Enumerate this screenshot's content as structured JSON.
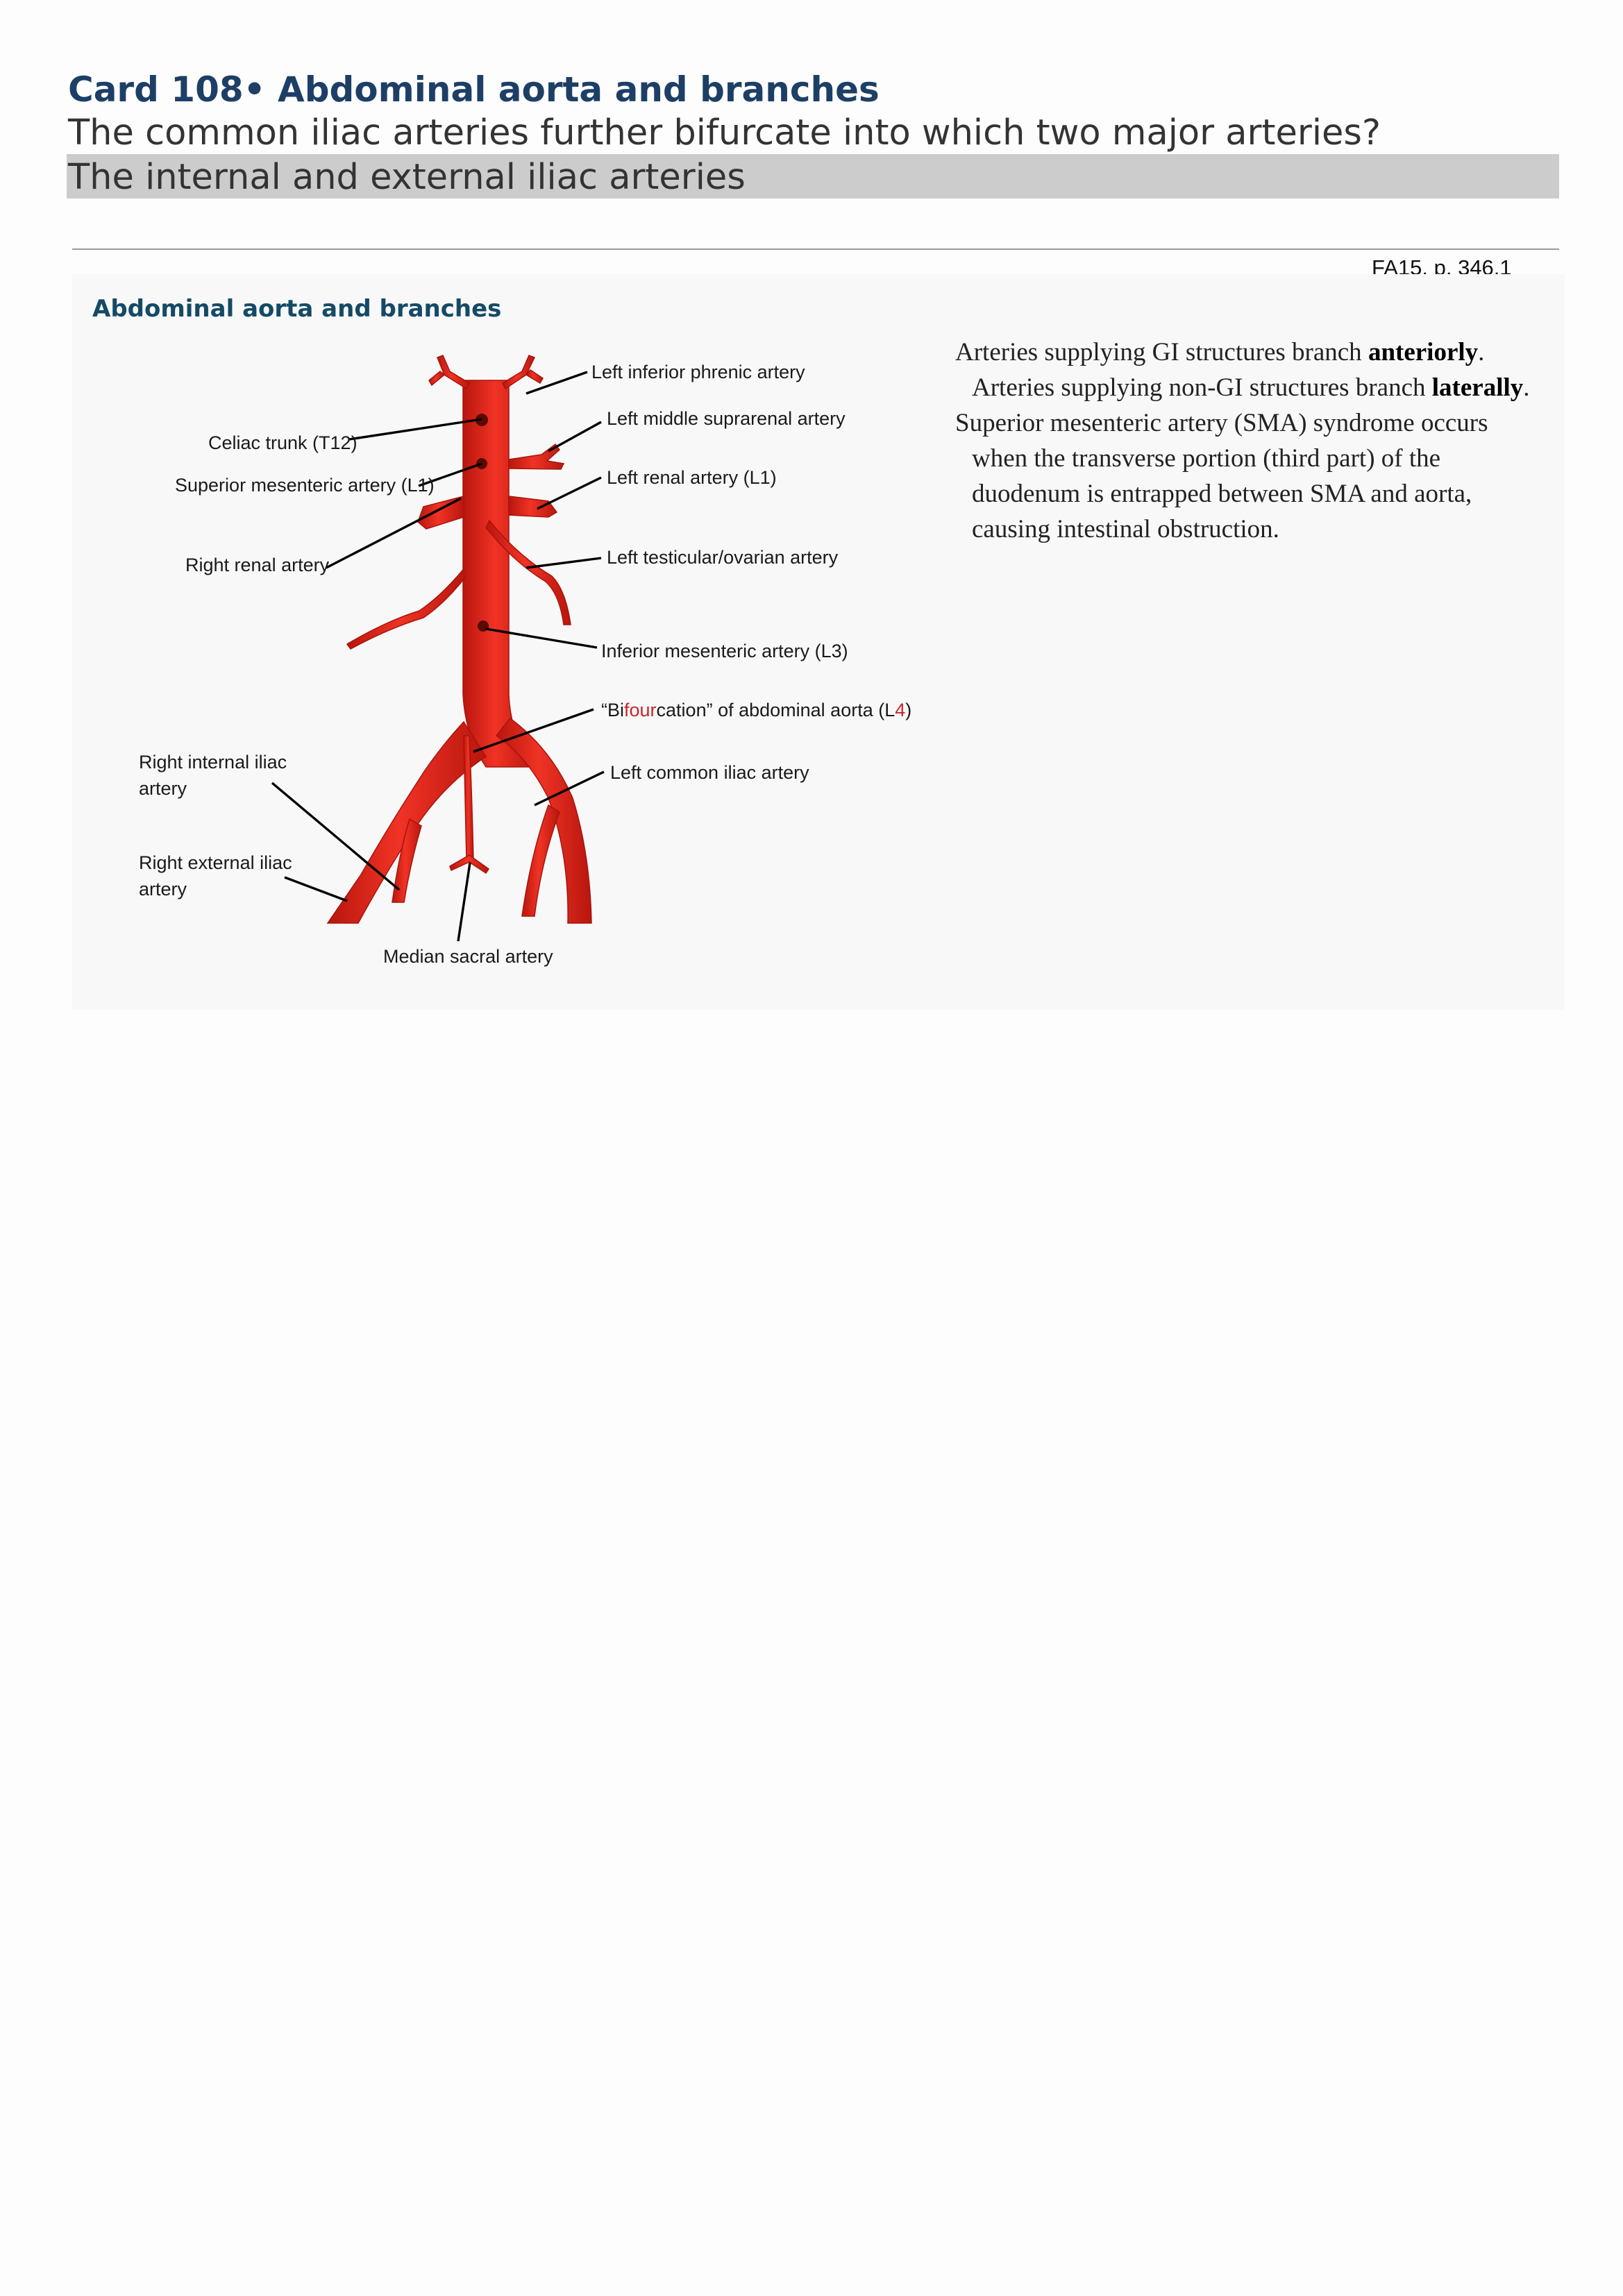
{
  "card": {
    "title": "Card 108• Abdominal aorta and branches",
    "question": "The common iliac arteries further bifurcate into which two major arteries?",
    "answer": "The internal and external iliac arteries",
    "source_ref": "FA15, p. 346.1"
  },
  "figure": {
    "heading": "Abdominal aorta and branches",
    "labels": {
      "left_inferior_phrenic": "Left inferior phrenic artery",
      "left_middle_suprarenal": "Left middle suprarenal artery",
      "celiac_trunk": "Celiac trunk (T12)",
      "sma": "Superior mesenteric artery (L1)",
      "left_renal": "Left renal artery (L1)",
      "right_renal": "Right renal artery",
      "left_gonadal": "Left testicular/ovarian artery",
      "ima": "Inferior mesenteric artery (L3)",
      "bifurcation_a": "“Bi",
      "bifurcation_b": "four",
      "bifurcation_c": "cation” of abdominal aorta (L",
      "bifurcation_d": "4",
      "bifurcation_e": ")",
      "left_common_iliac": "Left common iliac artery",
      "right_internal_iliac_1": "Right internal iliac",
      "right_internal_iliac_2": "artery",
      "right_external_iliac_1": "Right external iliac",
      "right_external_iliac_2": "artery",
      "median_sacral": "Median sacral artery"
    },
    "colors": {
      "artery": "#e3261c",
      "highlight": "#c8252d"
    }
  },
  "notes": {
    "p1_a": "Arteries supplying GI structures branch ",
    "p1_b": "anteriorly",
    "p1_c": ". Arteries supplying non-GI structures branch ",
    "p1_d": "laterally",
    "p1_e": ".",
    "p2": "Superior mesenteric artery (SMA) syndrome occurs when the transverse portion (third part) of the duodenum is entrapped between SMA and aorta, causing intestinal obstruction."
  }
}
